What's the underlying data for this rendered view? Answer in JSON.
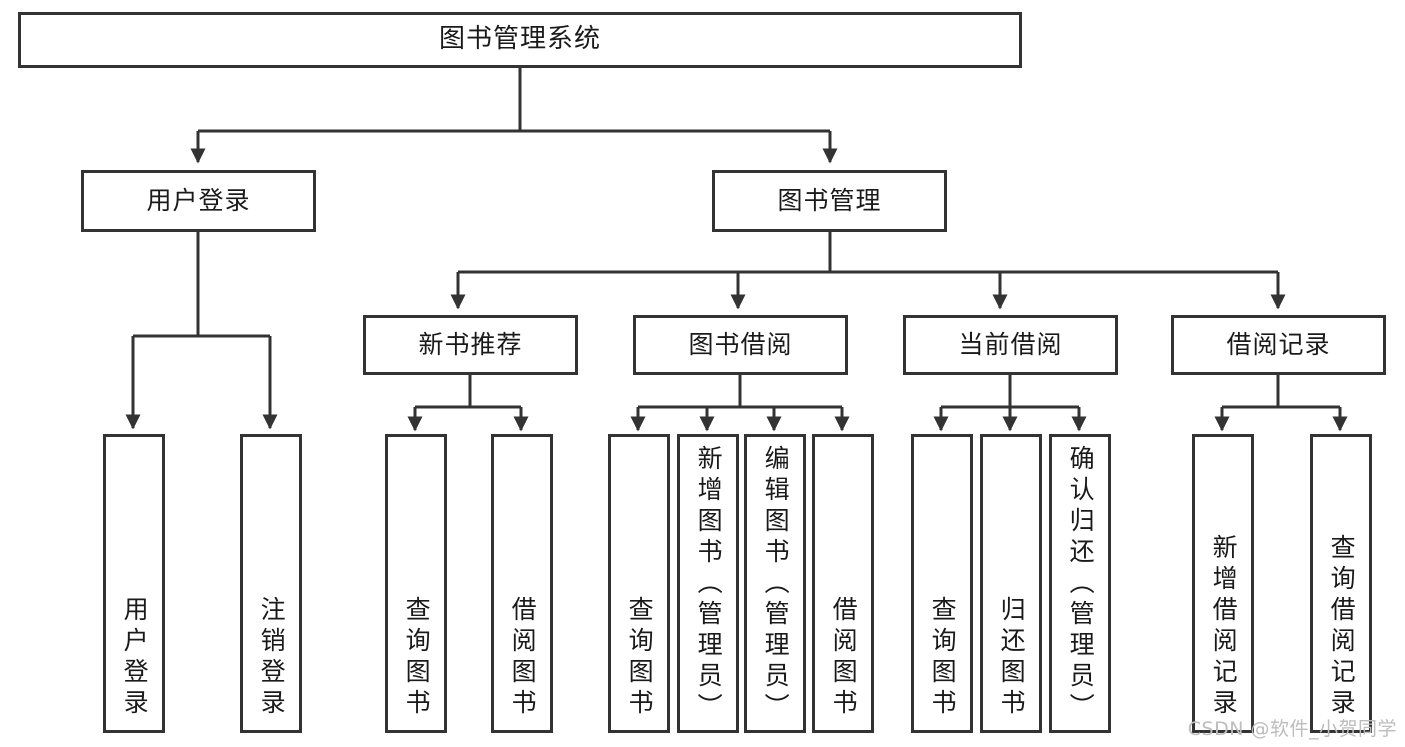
{
  "diagram": {
    "title": "图书管理系统",
    "type": "功能结构图",
    "watermark": "CSDN @软件_小贺同学",
    "colors": {
      "box_border": "#333333",
      "box_fill": "#ffffff",
      "connector": "#333333",
      "text": "#1a1a1a",
      "watermark": "#bdbdbd",
      "canvas": "#ffffff"
    }
  },
  "nodes": {
    "root": {
      "label": "图书管理系统"
    },
    "level2": [
      {
        "id": "user-login",
        "label": "用户登录"
      },
      {
        "id": "book-management",
        "label": "图书管理"
      }
    ],
    "level3": [
      {
        "id": "new-book-recommend",
        "label": "新书推荐"
      },
      {
        "id": "book-borrow",
        "label": "图书借阅"
      },
      {
        "id": "current-borrow",
        "label": "当前借阅"
      },
      {
        "id": "borrow-record",
        "label": "借阅记录"
      }
    ],
    "leaves": {
      "user-login": [
        {
          "id": "leaf-user-login",
          "label": "用户登录"
        },
        {
          "id": "leaf-logout-login",
          "label": "注销登录"
        }
      ],
      "new-book-recommend": [
        {
          "id": "leaf-query-book-1",
          "label": "查询图书"
        },
        {
          "id": "leaf-borrow-book-1",
          "label": "借阅图书"
        }
      ],
      "book-borrow": [
        {
          "id": "leaf-query-book-2",
          "label": "查询图书"
        },
        {
          "id": "leaf-add-book",
          "label": "新增图书（管理员）"
        },
        {
          "id": "leaf-edit-book",
          "label": "编辑图书（管理员）"
        },
        {
          "id": "leaf-borrow-book-2",
          "label": "借阅图书"
        }
      ],
      "current-borrow": [
        {
          "id": "leaf-query-book-3",
          "label": "查询图书"
        },
        {
          "id": "leaf-return-book",
          "label": "归还图书"
        },
        {
          "id": "leaf-confirm-return",
          "label": "确认归还（管理员）"
        }
      ],
      "borrow-record": [
        {
          "id": "leaf-add-record",
          "label": "新增借阅记录"
        },
        {
          "id": "leaf-query-record",
          "label": "查询借阅记录"
        }
      ]
    }
  },
  "chart_data": {
    "type": "table",
    "title": "图书管理系统 功能结构图",
    "tree": {
      "name": "图书管理系统",
      "children": [
        {
          "name": "用户登录",
          "children": [
            {
              "name": "用户登录"
            },
            {
              "name": "注销登录"
            }
          ]
        },
        {
          "name": "图书管理",
          "children": [
            {
              "name": "新书推荐",
              "children": [
                {
                  "name": "查询图书"
                },
                {
                  "name": "借阅图书"
                }
              ]
            },
            {
              "name": "图书借阅",
              "children": [
                {
                  "name": "查询图书"
                },
                {
                  "name": "新增图书（管理员）"
                },
                {
                  "name": "编辑图书（管理员）"
                },
                {
                  "name": "借阅图书"
                }
              ]
            },
            {
              "name": "当前借阅",
              "children": [
                {
                  "name": "查询图书"
                },
                {
                  "name": "归还图书"
                },
                {
                  "name": "确认归还（管理员）"
                }
              ]
            },
            {
              "name": "借阅记录",
              "children": [
                {
                  "name": "新增借阅记录"
                },
                {
                  "name": "查询借阅记录"
                }
              ]
            }
          ]
        }
      ]
    }
  }
}
